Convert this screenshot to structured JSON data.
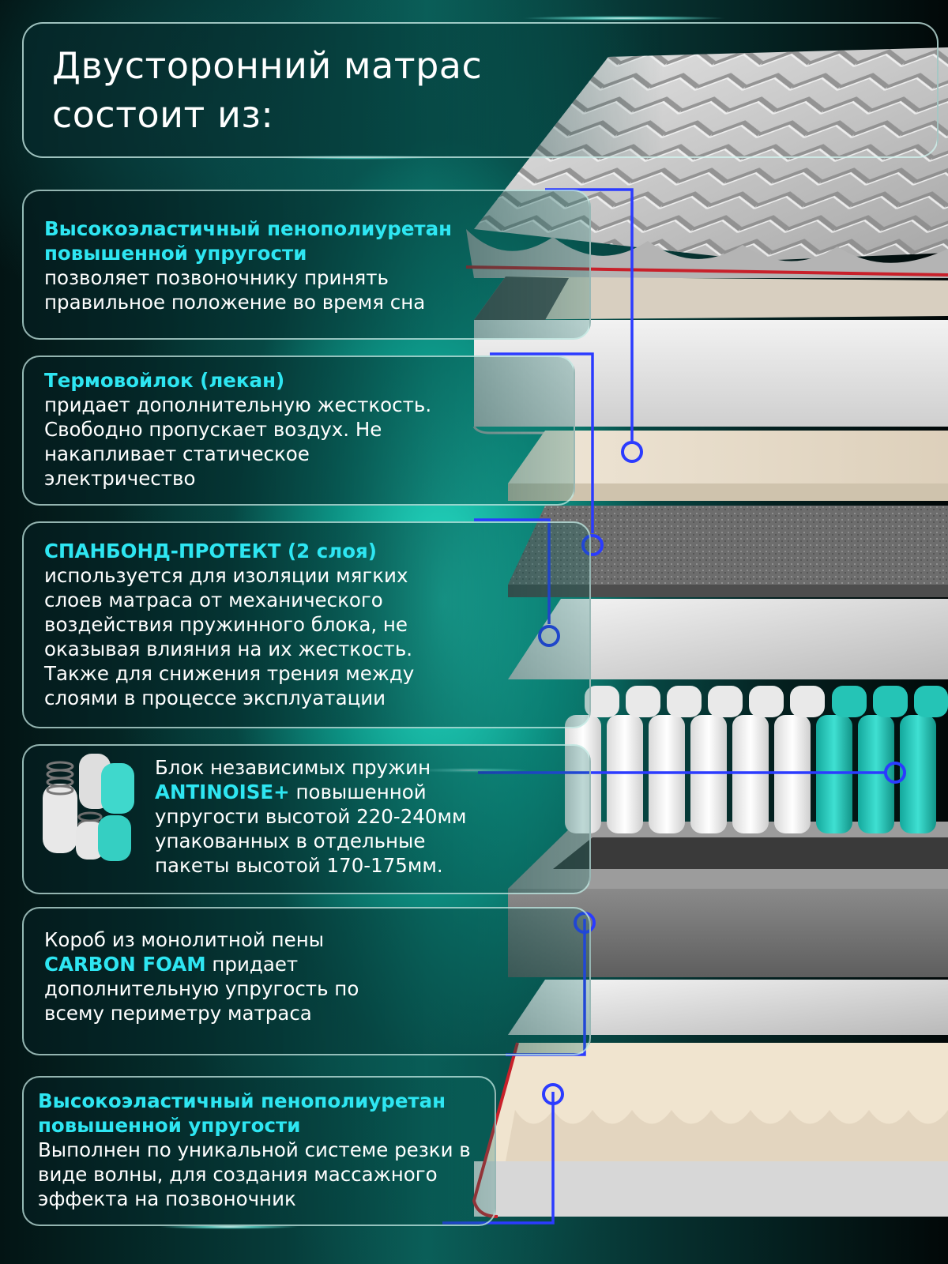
{
  "title": {
    "line1": "Двусторонний матрас",
    "line2": "состоит из:"
  },
  "layers": [
    {
      "highlight": "Высокоэластичный пенополиуретан повышенной упругости",
      "text": "позволяет позвоночнику принять правильное положение во время сна"
    },
    {
      "highlight": "Термовойлок (лекан)",
      "text": "придает дополнительную жесткость. Свободно пропускает воздух. Не накапливает статическое электричество"
    },
    {
      "highlight": "СПАНБОНД-ПРОТЕКТ (2 слоя)",
      "text": "используется для изоляции мягких слоев матраса от механического воздействия пружинного блока, не оказывая влияния на их жесткость. Также для снижения трения между слоями в процессе эксплуатации"
    },
    {
      "pre": "Блок независимых пружин",
      "highlight": "ANTINOISE+",
      "text": "повышенной упругости высотой 220-240мм упакованных в отдельные пакеты высотой 170-175мм."
    },
    {
      "pre": "Короб из монолитной пены",
      "highlight": "CARBON FOAM",
      "text": "придает дополнительную упругость по всему периметру матраса"
    },
    {
      "highlight": "Высокоэластичный пенополиуретан повышенной упругости",
      "text": "Выполнен по уникальной системе резки в виде волны, для создания массажного эффекта на позвоночник"
    }
  ],
  "colors": {
    "accent": "#2ee6f2",
    "connector": "#2b3bff",
    "background_glow": "#1ed8c0",
    "trim_red": "#c8202a"
  }
}
